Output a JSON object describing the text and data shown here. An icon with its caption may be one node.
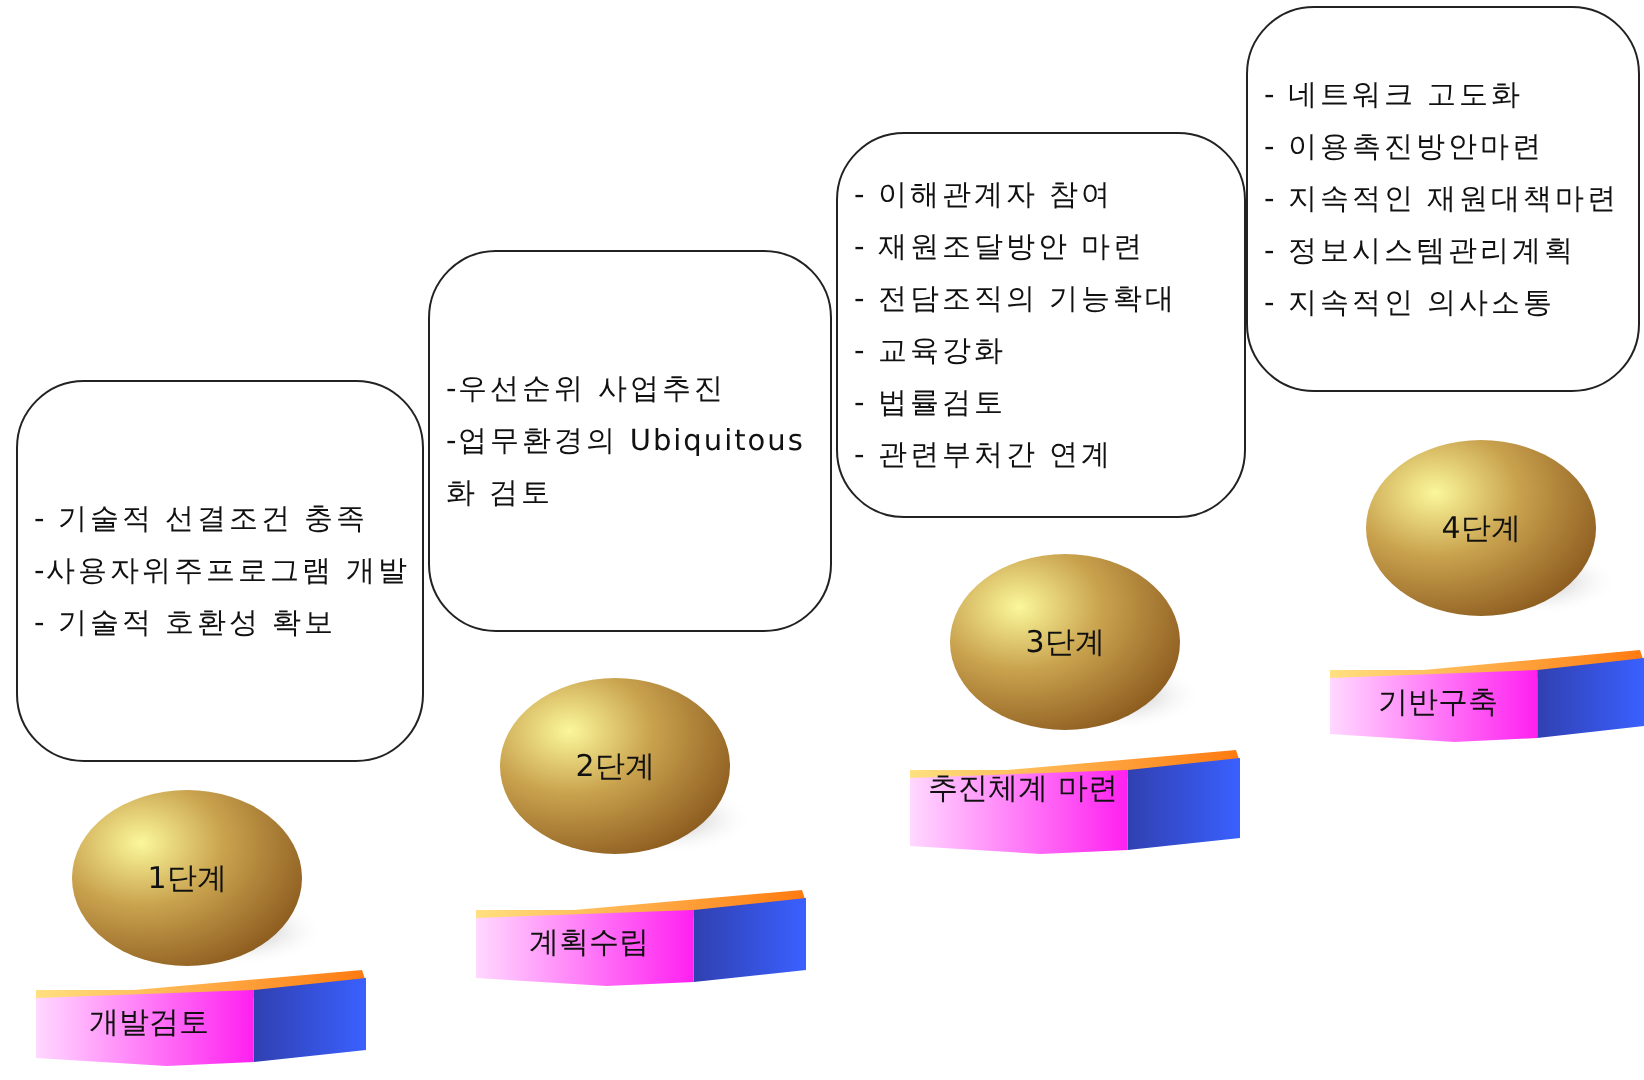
{
  "diagram": {
    "nodes": [
      {
        "text": [
          "- 기술적 선결조건 충족",
          "-사용자위주프로그램 개발",
          "- 기술적 호환성 확보"
        ]
      },
      {
        "text": [
          "1단계"
        ]
      },
      {
        "text": [
          "개발검토"
        ]
      },
      {
        "text": [
          "-우선순위 사업추진",
          "-업무환경의 Ubiquitous화 검토"
        ]
      },
      {
        "text": [
          "2단계"
        ]
      },
      {
        "text": [
          "계획수립"
        ]
      },
      {
        "text": [
          "- 이해관계자 참여",
          "- 재원조달방안 마련",
          "- 전담조직의 기능확대",
          "- 교육강화",
          "- 법률검토",
          "- 관련부처간 연계"
        ]
      },
      {
        "text": [
          "3단계"
        ]
      },
      {
        "text": [
          "추진체계 마련"
        ]
      },
      {
        "text": [
          "- 네트워크 고도화",
          "- 이용촉진방안마련",
          "- 지속적인 재원대책마련",
          "- 정보시스템관리계획",
          "- 지속적인 의사소통"
        ]
      },
      {
        "text": [
          "4단계"
        ]
      },
      {
        "text": [
          "기반구축"
        ]
      }
    ],
    "edges": []
  }
}
